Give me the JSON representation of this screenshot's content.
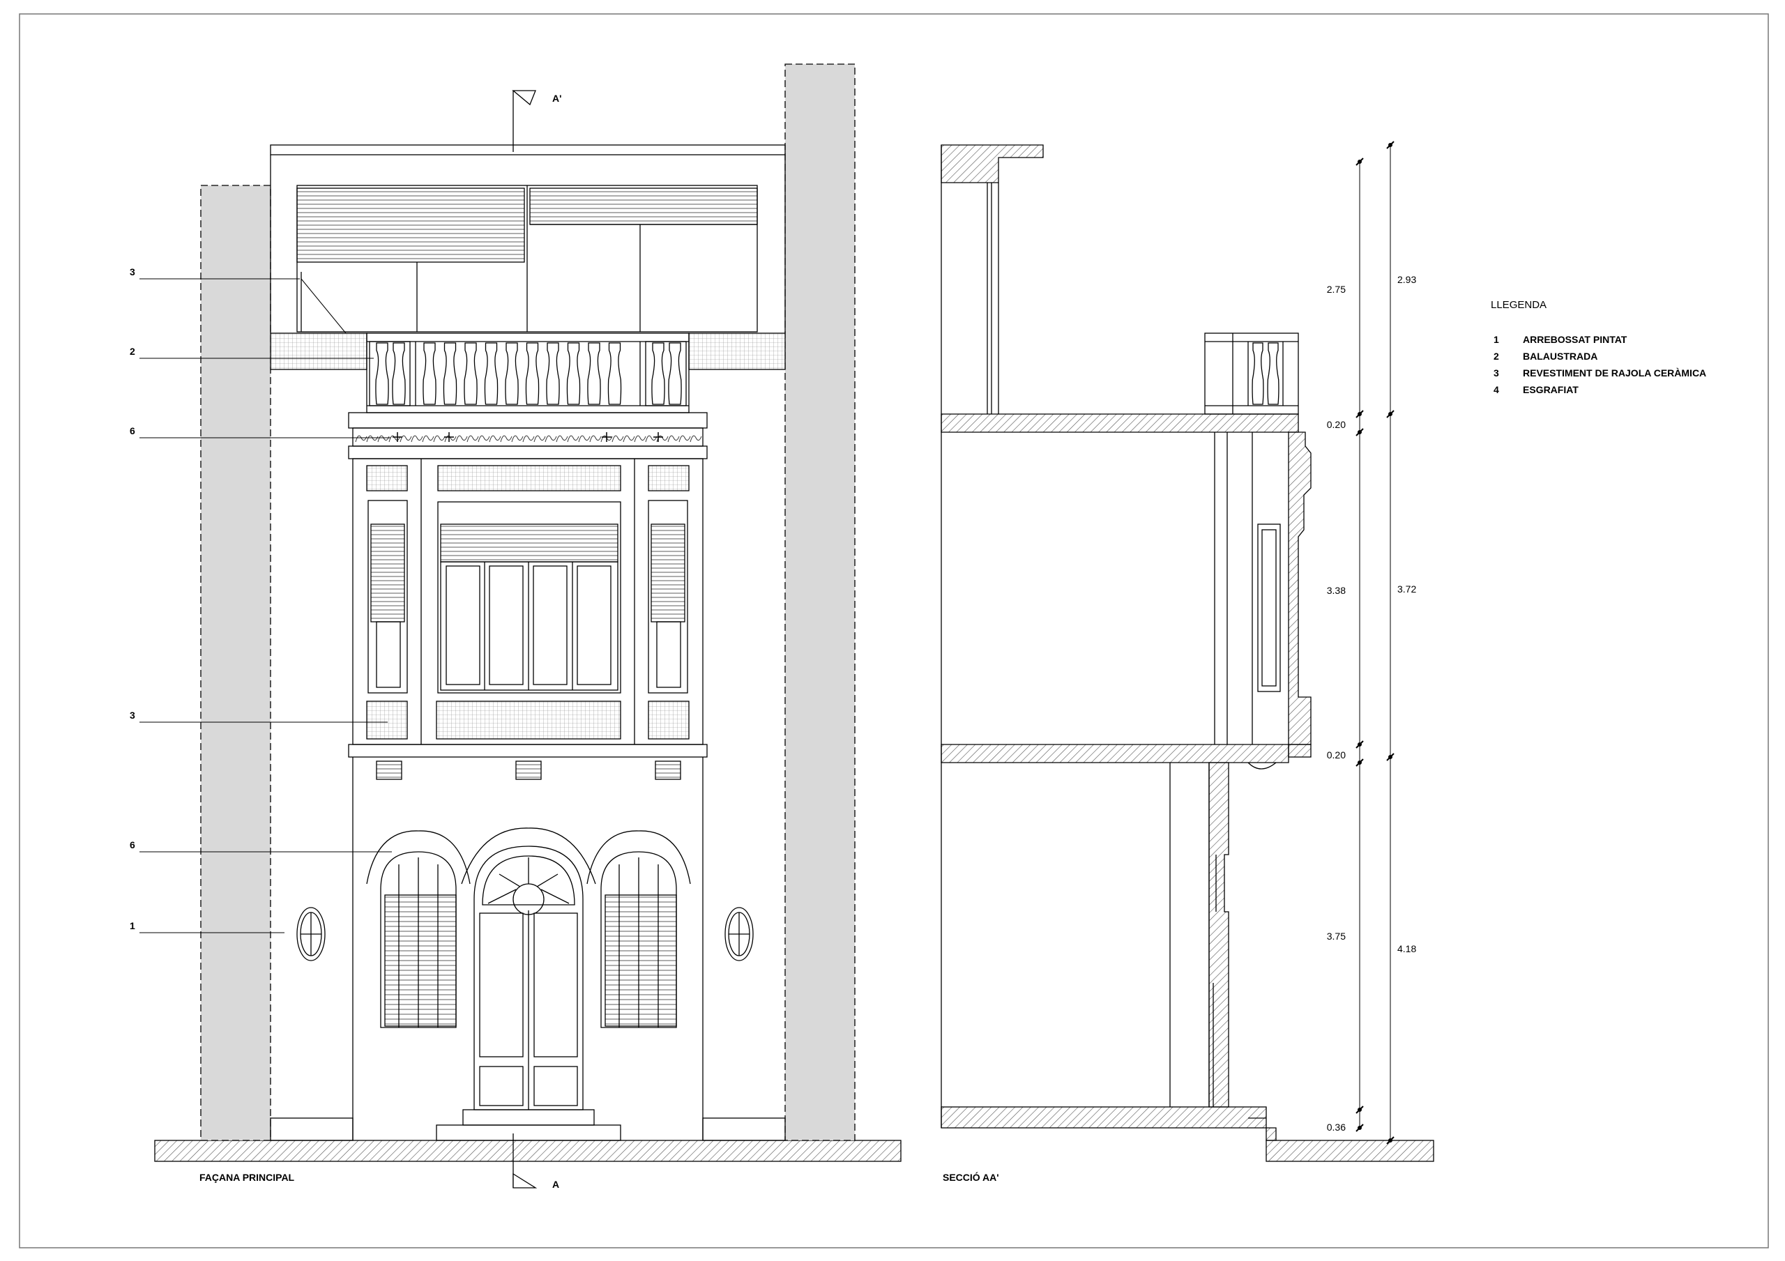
{
  "drawing": {
    "facade_title": "FAÇANA PRINCIPAL",
    "section_title": "SECCIÓ AA'",
    "cut_marker_top": "A'",
    "cut_marker_bottom": "A",
    "callouts": [
      "3",
      "2",
      "6",
      "3",
      "6",
      "1"
    ],
    "dimensions_inner": [
      "2.75",
      "0.20",
      "3.38",
      "0.20",
      "3.75",
      "0.36"
    ],
    "dimensions_outer": [
      "2.93",
      "3.72",
      "4.18"
    ]
  },
  "legend": {
    "title": "LLEGENDA",
    "items": [
      {
        "num": "1",
        "text": "ARREBOSSAT PINTAT"
      },
      {
        "num": "2",
        "text": "BALAUSTRADA"
      },
      {
        "num": "3",
        "text": "REVESTIMENT DE RAJOLA CERÀMICA"
      },
      {
        "num": "4",
        "text": "ESGRAFIAT"
      }
    ]
  },
  "colors": {
    "line": "#000000",
    "wall_fill": "#d9d9d9",
    "hatch": "#555555"
  }
}
